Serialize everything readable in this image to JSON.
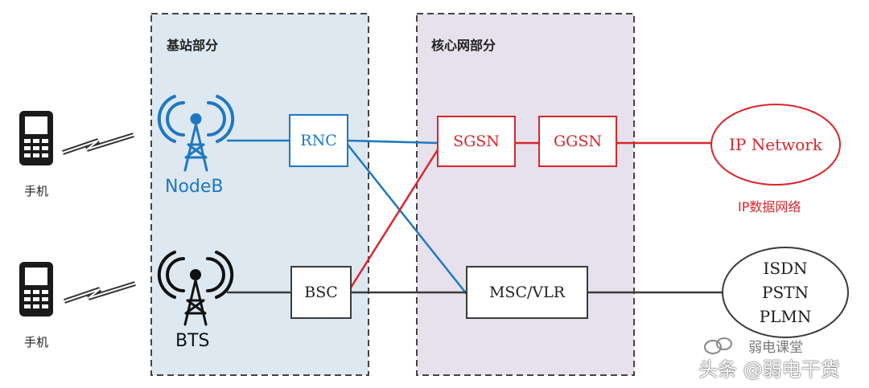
{
  "regions": {
    "base_station": {
      "title": "基站部分"
    },
    "core_network": {
      "title": "核心网部分"
    }
  },
  "phones": {
    "top_label": "手机",
    "bottom_label": "手机"
  },
  "towers": {
    "nodeb": {
      "label": "NodeB"
    },
    "bts": {
      "label": "BTS"
    }
  },
  "nodes": {
    "rnc": "RNC",
    "bsc": "BSC",
    "sgsn": "SGSN",
    "ggsn": "GGSN",
    "msc_vlr": "MSC/VLR"
  },
  "networks": {
    "ip_network": {
      "label": "IP Network",
      "caption": "IP数据网络"
    },
    "circuit": {
      "lines": [
        "ISDN",
        "PSTN",
        "PLMN"
      ]
    }
  },
  "watermark": {
    "main": "头条 @弱电干货",
    "secondary": "弱电课堂"
  },
  "colors": {
    "blue": "#1f78c1",
    "red": "#d9262c",
    "dark": "#3a3a3a",
    "base_region_fill": "#dde8f1",
    "core_region_fill": "#e6e1ec"
  }
}
